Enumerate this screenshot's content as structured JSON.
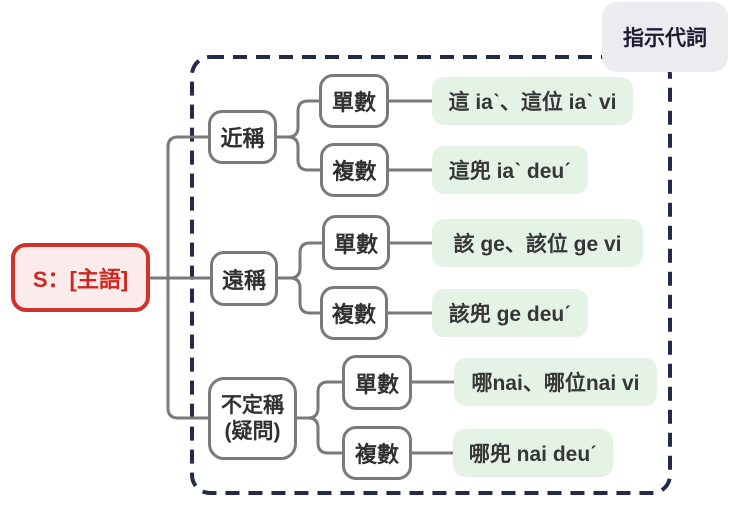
{
  "title_badge": "指示代詞",
  "root": {
    "label": "S：[主語]"
  },
  "tree": [
    {
      "label": "近稱",
      "children": [
        {
          "label": "單數",
          "example": "這 iaˋ、這位 iaˋ vi"
        },
        {
          "label": "複數",
          "example": "這兜 iaˋ deuˊ"
        }
      ]
    },
    {
      "label": "遠稱",
      "children": [
        {
          "label": "單數",
          "example": "該 ge、該位 ge vi"
        },
        {
          "label": "複數",
          "example": "該兜 ge deuˊ"
        }
      ]
    },
    {
      "label": "不定稱",
      "label_line2": "(疑問)",
      "children": [
        {
          "label": "單數",
          "example": "哪nai、哪位nai vi"
        },
        {
          "label": "複數",
          "example": "哪兜 nai deuˊ"
        }
      ]
    }
  ],
  "colors": {
    "node_border": "#7a7a7a",
    "dash_border": "#232a4c",
    "leaf_bg": "#e5f3e6",
    "badge_bg": "#ebebf0",
    "badge_text": "#1d1d33",
    "root_border": "#d0322c",
    "root_bg": "#fcebeb",
    "root_text": "#ce2620"
  }
}
